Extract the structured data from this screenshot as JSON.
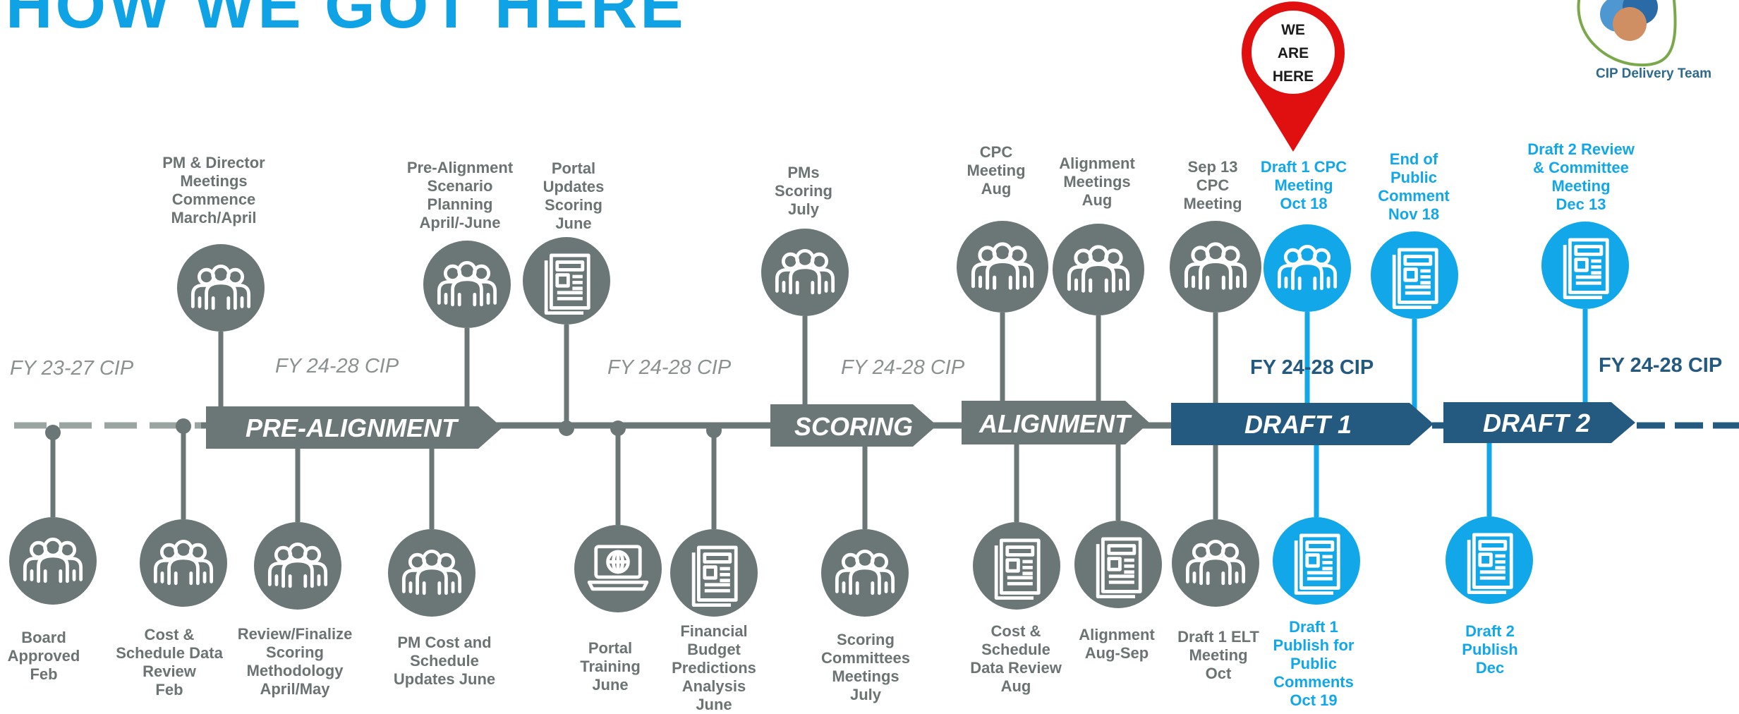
{
  "page": {
    "title": "HOW WE GOT HERE"
  },
  "brand": {
    "label": "CIP Delivery Team"
  },
  "pin": {
    "label": "WE\nARE\nHERE"
  },
  "colors": {
    "gray": "#6b7676",
    "blue": "#12a7e8",
    "navy": "#255a80",
    "title": "#0fa3e6",
    "pin": "#e01010"
  },
  "fy_labels": [
    {
      "text": "FY 23-27 CIP",
      "style": "italic"
    },
    {
      "text": "FY 24-28 CIP",
      "style": "italic"
    },
    {
      "text": "FY 24-28 CIP",
      "style": "italic"
    },
    {
      "text": "FY 24-28 CIP",
      "style": "italic"
    },
    {
      "text": "FY 24-28 CIP",
      "style": "bold"
    },
    {
      "text": "FY 24-28 CIP",
      "style": "bold"
    }
  ],
  "phases": [
    {
      "label": "PRE-ALIGNMENT",
      "color": "gray"
    },
    {
      "label": "SCORING",
      "color": "gray"
    },
    {
      "label": "ALIGNMENT",
      "color": "gray"
    },
    {
      "label": "DRAFT 1",
      "color": "navy"
    },
    {
      "label": "DRAFT 2",
      "color": "navy"
    }
  ],
  "milestones_top": [
    {
      "label": "PM & Director\nMeetings\nCommence\nMarch/April",
      "icon": "people-icon",
      "color": "gray"
    },
    {
      "label": "Pre-Alignment\nScenario\nPlanning\nApril/-June",
      "icon": "people-icon",
      "color": "gray"
    },
    {
      "label": "Portal\nUpdates\nScoring\nJune",
      "icon": "document-icon",
      "color": "gray"
    },
    {
      "label": "PMs\nScoring\nJuly",
      "icon": "people-icon",
      "color": "gray"
    },
    {
      "label": "CPC\nMeeting\nAug",
      "icon": "people-icon",
      "color": "gray"
    },
    {
      "label": "Alignment\nMeetings\nAug",
      "icon": "people-icon",
      "color": "gray"
    },
    {
      "label": "Sep 13\nCPC\nMeeting",
      "icon": "people-icon",
      "color": "gray"
    },
    {
      "label": "Draft 1 CPC\nMeeting\nOct 18",
      "icon": "people-icon",
      "color": "blue"
    },
    {
      "label": "End of\nPublic\nComment\nNov 18",
      "icon": "document-icon",
      "color": "blue"
    },
    {
      "label": "Draft 2 Review\n& Committee\nMeeting\nDec 13",
      "icon": "document-icon",
      "color": "blue"
    }
  ],
  "milestones_bottom": [
    {
      "label": "Board\nApproved\nFeb",
      "icon": "people-icon",
      "color": "gray"
    },
    {
      "label": "Cost &\nSchedule Data\nReview\nFeb",
      "icon": "people-icon",
      "color": "gray"
    },
    {
      "label": "Review/Finalize\nScoring\nMethodology\nApril/May",
      "icon": "people-icon",
      "color": "gray"
    },
    {
      "label": "PM Cost and\nSchedule\nUpdates June",
      "icon": "people-icon",
      "color": "gray"
    },
    {
      "label": "Portal\nTraining\nJune",
      "icon": "laptop-globe-icon",
      "color": "gray"
    },
    {
      "label": "Financial\nBudget\nPredictions\nAnalysis\nJune",
      "icon": "document-icon",
      "color": "gray"
    },
    {
      "label": "Scoring\nCommittees\nMeetings\nJuly",
      "icon": "people-icon",
      "color": "gray"
    },
    {
      "label": "Cost &\nSchedule\nData Review\nAug",
      "icon": "document-icon",
      "color": "gray"
    },
    {
      "label": "Alignment\nAug-Sep",
      "icon": "document-icon",
      "color": "gray"
    },
    {
      "label": "Draft 1 ELT\nMeeting\nOct",
      "icon": "people-icon",
      "color": "gray"
    },
    {
      "label": "Draft 1\nPublish for\nPublic\nComments\nOct 19",
      "icon": "document-icon",
      "color": "blue"
    },
    {
      "label": "Draft 2\nPublish\nDec",
      "icon": "document-icon",
      "color": "blue"
    }
  ]
}
